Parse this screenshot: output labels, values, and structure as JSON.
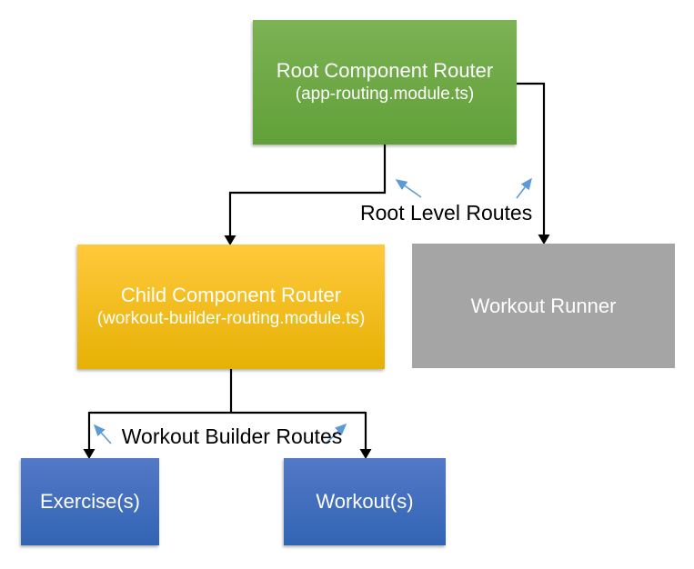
{
  "diagram": {
    "background_color": "#ffffff",
    "nodes": {
      "root": {
        "title": "Root Component Router",
        "subtitle": "(app-routing.module.ts)",
        "fill_top": "#7cb254",
        "fill_bottom": "#61a039",
        "text_color": "#ffffff"
      },
      "child": {
        "title": "Child Component Router",
        "subtitle": "(workout-builder-routing.module.ts)",
        "fill_top": "#ffc93c",
        "fill_bottom": "#e6b105",
        "text_color": "#ffffff"
      },
      "runner": {
        "title": "Workout Runner",
        "fill": "#a5a5a5",
        "text_color": "#ffffff"
      },
      "exercise": {
        "title": "Exercise(s)",
        "fill_top": "#5379c7",
        "fill_bottom": "#3264b4",
        "text_color": "#ffffff"
      },
      "workout": {
        "title": "Workout(s)",
        "fill_top": "#5379c7",
        "fill_bottom": "#3264b4",
        "text_color": "#ffffff"
      }
    },
    "annotations": {
      "root_level_routes": "Root Level Routes",
      "workout_builder_routes": "Workout Builder Routes",
      "label_color": "#000000",
      "annotation_arrow_color": "#5b9bd5",
      "connector_color": "#000000"
    }
  }
}
